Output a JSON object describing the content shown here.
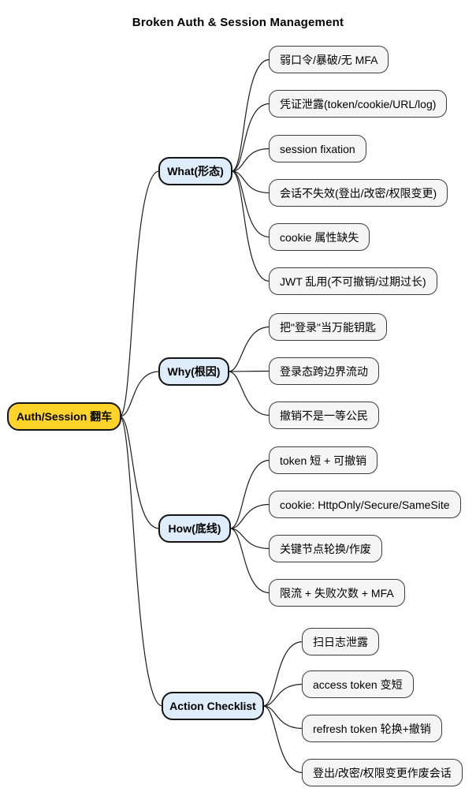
{
  "title": "Broken Auth & Session Management",
  "colors": {
    "root_fill": "#FFD42A",
    "branch_fill": "#DFECF9",
    "leaf_fill": "#F5F5F5",
    "node_border": "#141414",
    "line": "#1C1C1C"
  },
  "mindmap": {
    "root": {
      "label": "Auth/Session 翻车"
    },
    "branches": [
      {
        "label": "What(形态)",
        "children": [
          "弱口令/暴破/无 MFA",
          "凭证泄露(token/cookie/URL/log)",
          "session fixation",
          "会话不失效(登出/改密/权限变更)",
          "cookie 属性缺失",
          "JWT 乱用(不可撤销/过期过长)"
        ]
      },
      {
        "label": "Why(根因)",
        "children": [
          "把\"登录\"当万能钥匙",
          "登录态跨边界流动",
          "撤销不是一等公民"
        ]
      },
      {
        "label": "How(底线)",
        "children": [
          "token 短 + 可撤销",
          "cookie: HttpOnly/Secure/SameSite",
          "关键节点轮换/作废",
          "限流 + 失败次数 + MFA"
        ]
      },
      {
        "label": "Action Checklist",
        "children": [
          "扫日志泄露",
          "access token 变短",
          "refresh token 轮换+撤销",
          "登出/改密/权限变更作废会话"
        ]
      }
    ]
  }
}
